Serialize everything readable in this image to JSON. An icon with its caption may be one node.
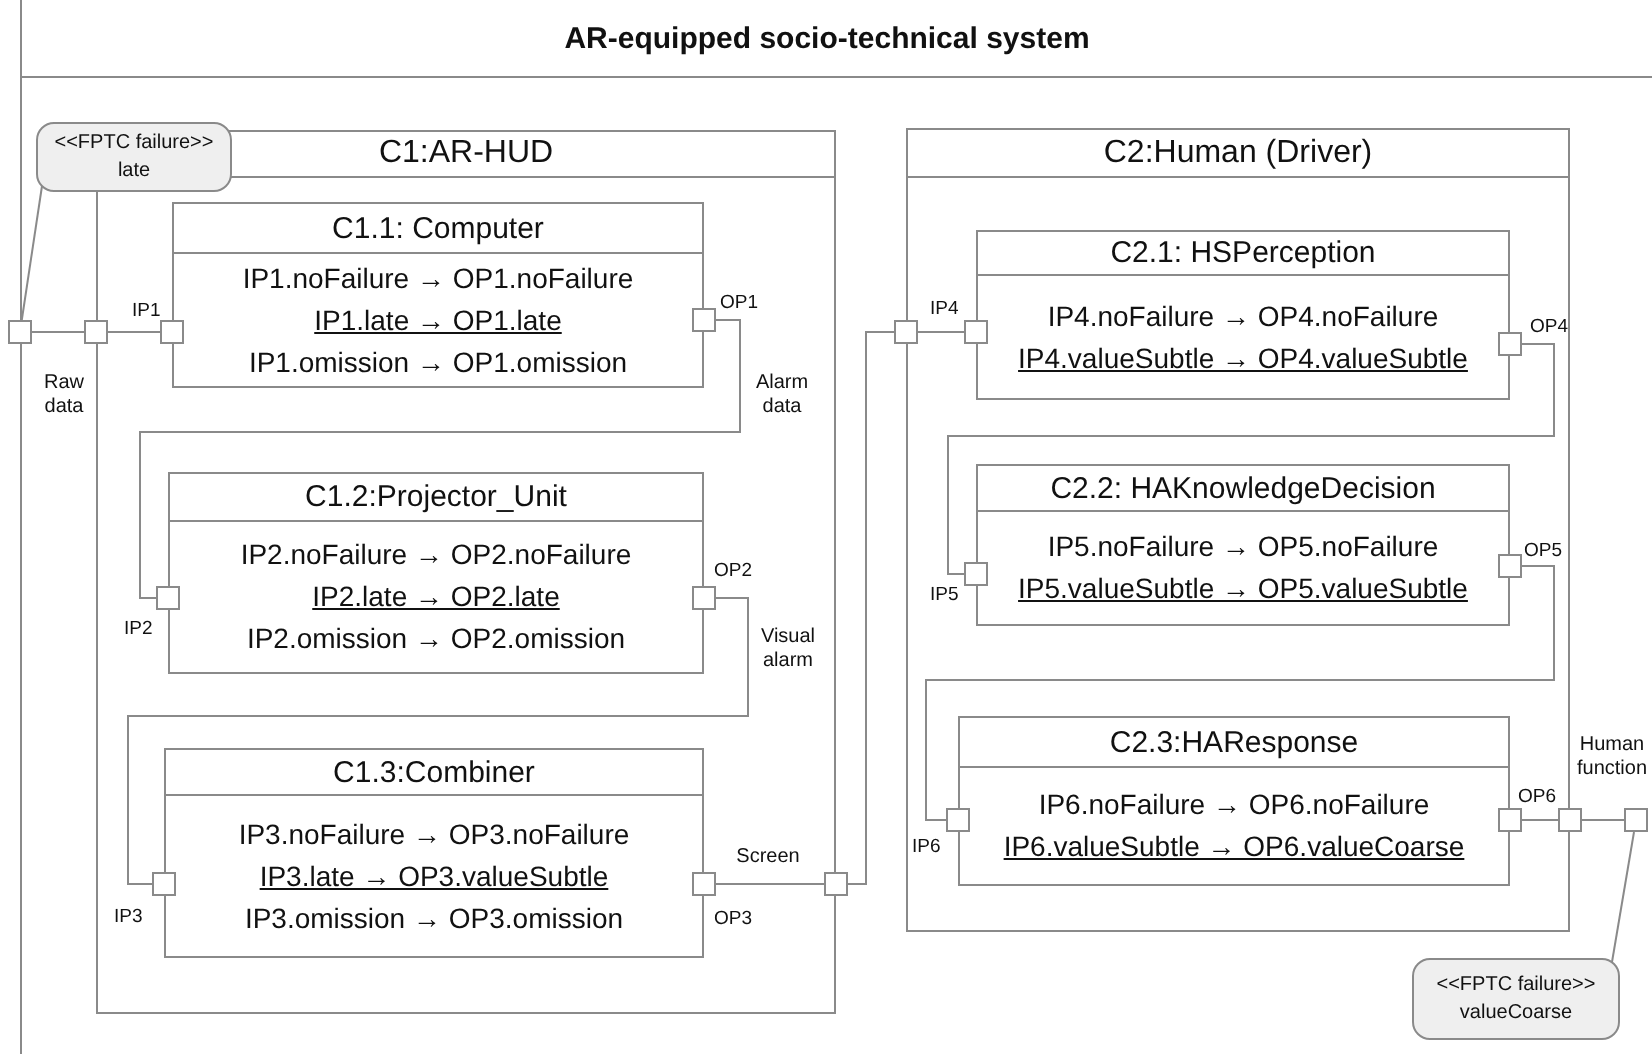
{
  "diagram": {
    "nodes": [
      {
        "text": [
          "AR-equipped socio-technical system"
        ]
      },
      {
        "text": [
          "<<FPTC failure>>",
          "late"
        ],
        "in": 0
      },
      {
        "text": [
          "C1:AR-HUD"
        ],
        "in": 0
      },
      {
        "text": [
          "C1.1: Computer",
          "IP1.noFailure → OP1.noFailure",
          "IP1.late → OP1.late",
          "IP1.omission → OP1.omission"
        ],
        "in": 2
      },
      {
        "text": [
          "C1.2:Projector_Unit",
          "IP2.noFailure → OP2.noFailure",
          "IP2.late → OP2.late",
          "IP2.omission → OP2.omission"
        ],
        "in": 2
      },
      {
        "text": [
          "C1.3:Combiner",
          "IP3.noFailure → OP3.noFailure",
          "IP3.late → OP3.valueSubtle",
          "IP3.omission → OP3.omission"
        ],
        "in": 2
      },
      {
        "text": [
          "C2:Human (Driver)"
        ],
        "in": 0
      },
      {
        "text": [
          "C2.1: HSPerception",
          "IP4.noFailure → OP4.noFailure",
          "IP4.valueSubtle → OP4.valueSubtle"
        ],
        "in": 6
      },
      {
        "text": [
          "C2.2: HAKnowledgeDecision",
          "IP5.noFailure → OP5.noFailure",
          "IP5.valueSubtle → OP5.valueSubtle"
        ],
        "in": 6
      },
      {
        "text": [
          "C2.3:HAResponse",
          "IP6.noFailure → OP6.noFailure",
          "IP6.valueSubtle → OP6.valueCoarse"
        ],
        "in": 6
      },
      {
        "text": [
          "<<FPTC failure>>",
          "valueCoarse"
        ],
        "in": 0
      },
      {
        "text": [],
        "shape": "box"
      },
      {
        "text": [],
        "shape": "box",
        "in": 0
      },
      {
        "text": [],
        "shape": "box",
        "in": 2,
        "beside": [
          "IP1"
        ]
      },
      {
        "text": [],
        "shape": "box",
        "in": 2,
        "beside": [
          "OP1"
        ]
      },
      {
        "text": [],
        "shape": "box",
        "in": 2,
        "beside": [
          "IP2"
        ]
      },
      {
        "text": [],
        "shape": "box",
        "in": 2,
        "beside": [
          "OP2"
        ]
      },
      {
        "text": [],
        "shape": "box",
        "in": 2,
        "beside": [
          "IP3"
        ]
      },
      {
        "text": [],
        "shape": "box",
        "in": 2,
        "beside": [
          "OP3"
        ]
      },
      {
        "text": [],
        "shape": "box",
        "in": 0
      },
      {
        "text": [],
        "shape": "box",
        "in": 0
      },
      {
        "text": [],
        "shape": "box",
        "in": 6,
        "beside": [
          "IP4"
        ]
      },
      {
        "text": [],
        "shape": "box",
        "in": 6,
        "beside": [
          "OP4"
        ]
      },
      {
        "text": [],
        "shape": "box",
        "in": 6,
        "beside": [
          "IP5"
        ]
      },
      {
        "text": [],
        "shape": "box",
        "in": 6,
        "beside": [
          "OP5"
        ]
      },
      {
        "text": [],
        "shape": "box",
        "in": 6,
        "beside": [
          "IP6"
        ]
      },
      {
        "text": [],
        "shape": "box",
        "in": 6,
        "beside": [
          "OP6"
        ]
      },
      {
        "text": [],
        "shape": "box",
        "in": 0
      },
      {
        "text": [],
        "shape": "box",
        "in": 0
      }
    ],
    "edges": [
      {
        "from": 11,
        "to": 12,
        "arrow": "none",
        "label": "Raw data"
      },
      {
        "from": 12,
        "to": 13,
        "arrow": "none"
      },
      {
        "from": 14,
        "to": 15,
        "arrow": "none",
        "label": "Alarm data"
      },
      {
        "from": 16,
        "to": 17,
        "arrow": "none",
        "label": "Visual alarm"
      },
      {
        "from": 18,
        "to": 19,
        "arrow": "none",
        "label": "Screen"
      },
      {
        "from": 19,
        "to": 20,
        "arrow": "none"
      },
      {
        "from": 20,
        "to": 21,
        "arrow": "none"
      },
      {
        "from": 22,
        "to": 23,
        "arrow": "none"
      },
      {
        "from": 24,
        "to": 25,
        "arrow": "none"
      },
      {
        "from": 26,
        "to": 27,
        "arrow": "none"
      },
      {
        "from": 27,
        "to": 28,
        "arrow": "none",
        "label": "Human function"
      },
      {
        "from": 1,
        "to": 11,
        "arrow": "none"
      },
      {
        "from": 10,
        "to": 28,
        "arrow": "none"
      }
    ]
  }
}
